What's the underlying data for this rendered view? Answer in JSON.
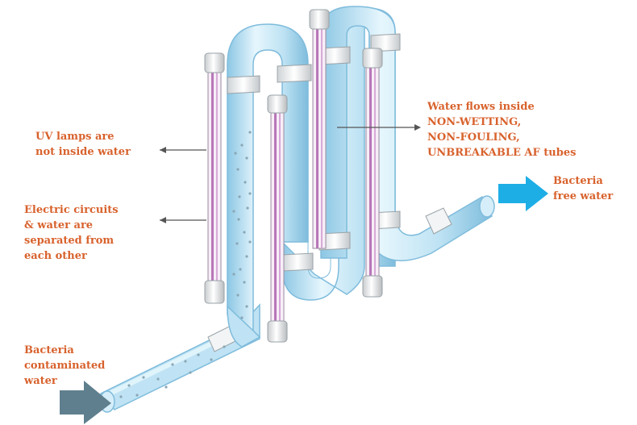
{
  "labels": {
    "uv_lamps": [
      "UV lamps are",
      "not inside water"
    ],
    "electric_circuits": [
      "Electric circuits",
      "& water are",
      "separated from",
      "each other"
    ],
    "water_flows": [
      "Water flows inside",
      "NON-WETTING,",
      "NON-FOULING,",
      "UNBREAKABLE AF tubes"
    ],
    "bacteria_free": [
      "Bacteria",
      "free water"
    ],
    "bacteria_contaminated": [
      "Bacteria",
      "contaminated",
      "water"
    ]
  },
  "colors": {
    "label_text": "#d8622d",
    "tube_fill": "#bfe3f4",
    "tube_edge": "#7fbcdc",
    "outlet_arrow": "#1eaee6",
    "inlet_arrow": "#5f7f8e",
    "lamp_stripe": "#b877b8",
    "pointer_line": "#555555"
  },
  "icons": {
    "inlet": "arrow-right-icon",
    "outlet": "arrow-right-icon"
  }
}
